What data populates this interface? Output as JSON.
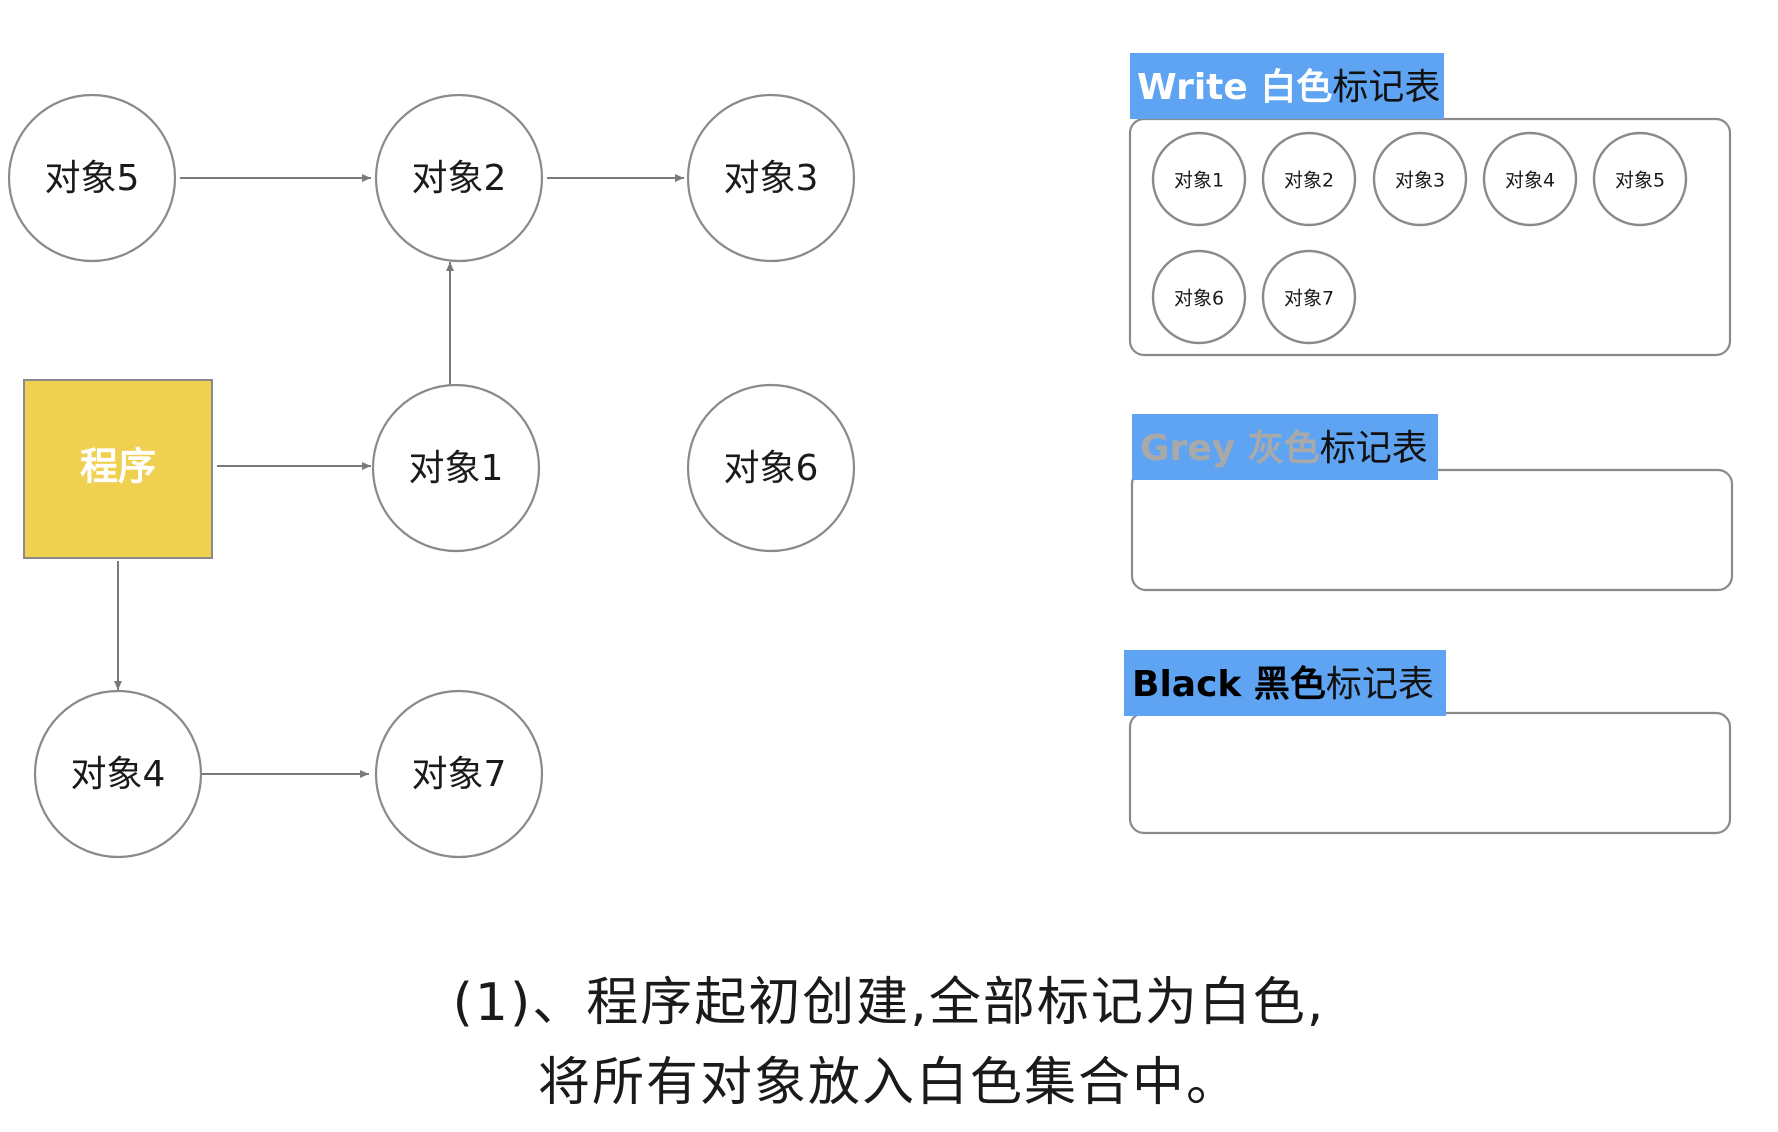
{
  "diagram": {
    "program_label": "程序",
    "nodes": [
      {
        "id": "obj1",
        "label": "对象1"
      },
      {
        "id": "obj2",
        "label": "对象2"
      },
      {
        "id": "obj3",
        "label": "对象3"
      },
      {
        "id": "obj4",
        "label": "对象4"
      },
      {
        "id": "obj5",
        "label": "对象5"
      },
      {
        "id": "obj6",
        "label": "对象6"
      },
      {
        "id": "obj7",
        "label": "对象7"
      }
    ],
    "edges": [
      {
        "from": "obj5",
        "to": "obj2"
      },
      {
        "from": "obj2",
        "to": "obj3"
      },
      {
        "from": "obj1",
        "to": "obj2"
      },
      {
        "from": "program",
        "to": "obj1"
      },
      {
        "from": "program",
        "to": "obj4"
      },
      {
        "from": "obj4",
        "to": "obj7"
      }
    ]
  },
  "sets": {
    "white": {
      "title_strong": "Write 白色",
      "title_rest": "标记表",
      "title_color": "#ffffff",
      "items": [
        "对象1",
        "对象2",
        "对象3",
        "对象4",
        "对象5",
        "对象6",
        "对象7"
      ]
    },
    "grey": {
      "title_strong": "Grey 灰色",
      "title_rest": "标记表",
      "title_color": "#a9a9a9",
      "items": []
    },
    "black": {
      "title_strong": "Black 黑色",
      "title_rest": "标记表",
      "title_color": "#000000",
      "items": []
    }
  },
  "caption": {
    "line1": "(1)、程序起初创建,全部标记为白色,",
    "line2": "将所有对象放入白色集合中。"
  },
  "colors": {
    "program_fill": "#f0d050",
    "header_blue": "#5ea4f2",
    "stroke": "#8a8a8a"
  }
}
